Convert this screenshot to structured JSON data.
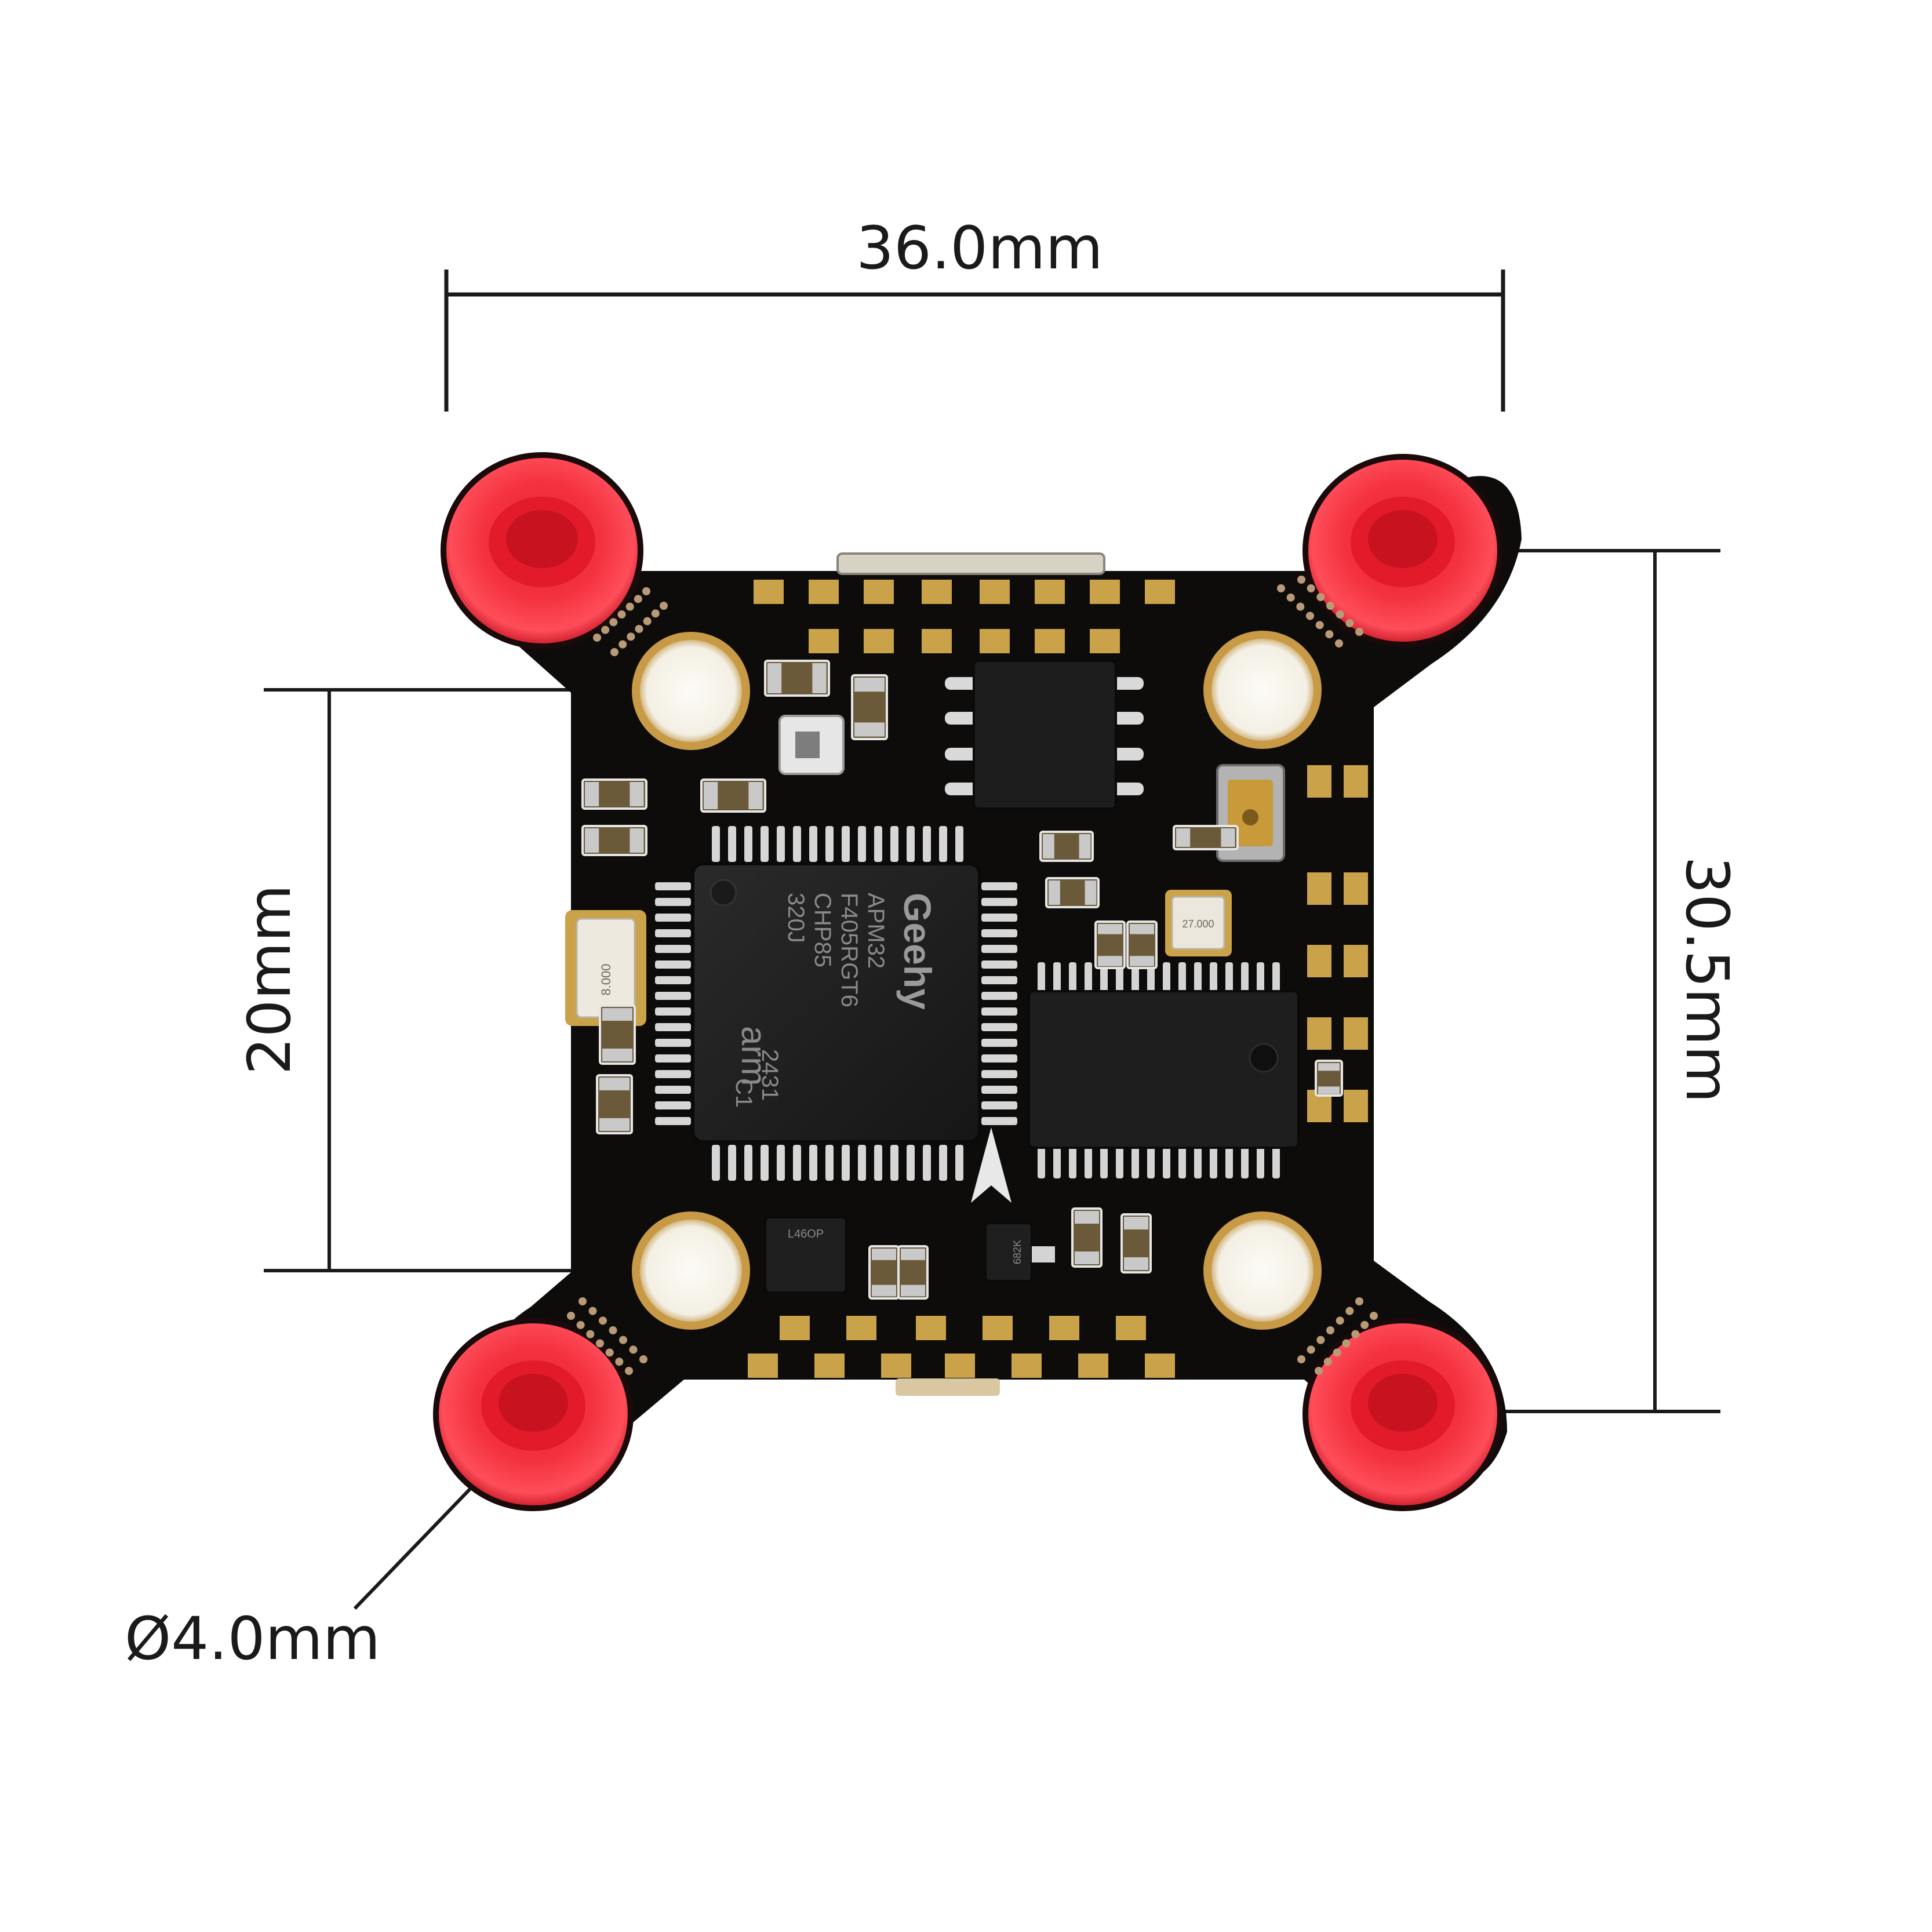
{
  "dimensions": {
    "width_label": "36.0mm",
    "mount_height_label": "30.5mm",
    "inner_height_label": "20mm",
    "hole_diameter_label": "Ø4.0mm"
  },
  "mcu": {
    "brand": "Geehy",
    "model": "APM32",
    "part": "F405RGT6",
    "lot": "CHP85",
    "code": "320J",
    "core_logo": "arm",
    "date_code": "2431",
    "rev": "C1"
  },
  "components": {
    "crystal_label": "8.000",
    "oscillator_label": "27.000",
    "regulator_label": "L46OP",
    "transistor_label": "682K"
  },
  "colors": {
    "pcb": "#0d0c0b",
    "pad_gold": "#c9a24a",
    "grommet_red": "#f2323f",
    "dimension_line": "#1a1a1a"
  }
}
